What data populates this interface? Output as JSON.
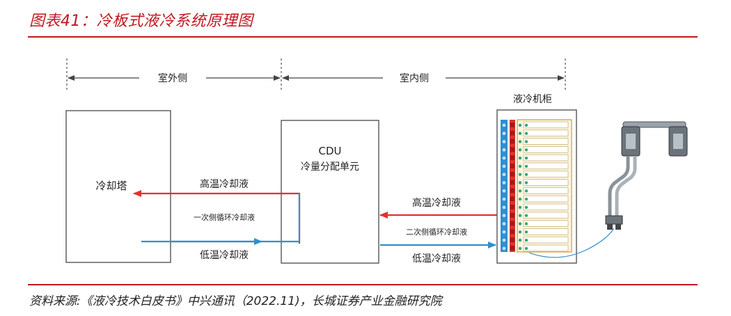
{
  "header": {
    "title": "图表41：冷板式液冷系统原理图"
  },
  "diagram": {
    "zones": {
      "outdoor": "室外侧",
      "indoor": "室内侧"
    },
    "cooling_tower": {
      "label": "冷却塔"
    },
    "cdu": {
      "line1": "CDU",
      "line2": "冷量分配单元"
    },
    "cabinet": {
      "label": "液冷机柜"
    },
    "flows": {
      "primary_hot": "高温冷却液",
      "primary_loop": "一次侧循环冷却液",
      "primary_cold": "低温冷却液",
      "secondary_hot": "高温冷却液",
      "secondary_loop": "二次侧循环冷却液",
      "secondary_cold": "低温冷却液"
    },
    "colors": {
      "hot": "#e2302f",
      "cold": "#2f8fd0",
      "line": "#444444",
      "accent": "#c0171f"
    }
  },
  "footer": {
    "source": "资料来源:《液冷技术白皮书》中兴通讯（2022.11)，长城证券产业金融研究院"
  }
}
